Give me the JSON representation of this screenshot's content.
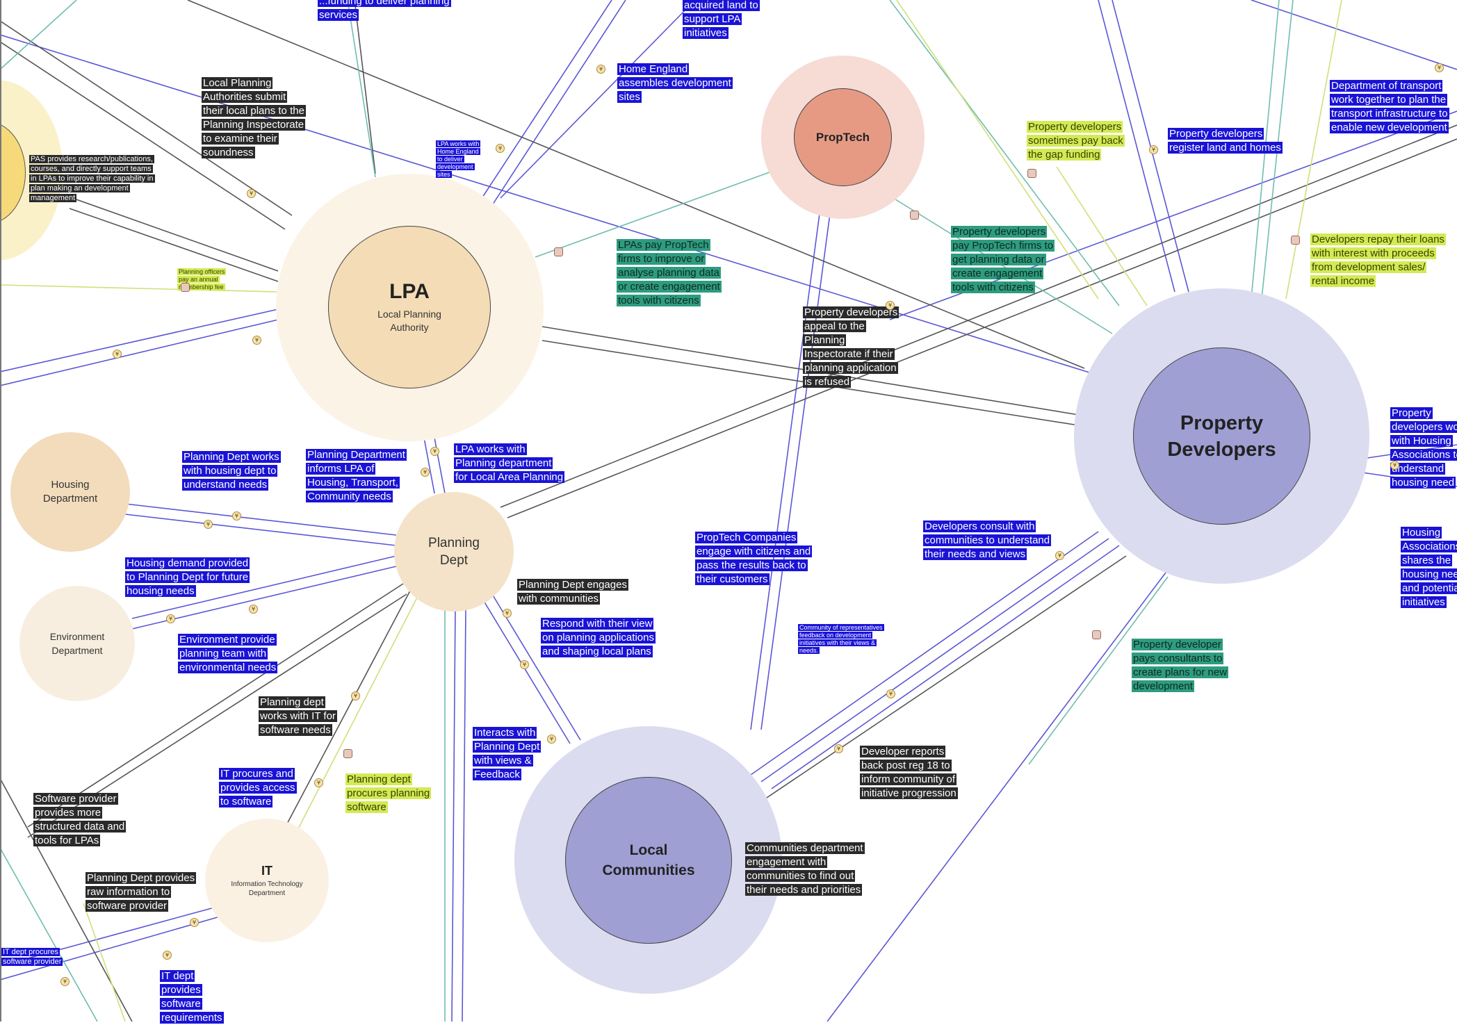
{
  "nodes": {
    "lpa": {
      "title": "LPA",
      "subtitle": "Local Planning Authority"
    },
    "proptech": {
      "title": "PropTech"
    },
    "property_developers": {
      "title": "Property Developers"
    },
    "planning_dept": {
      "title": "Planning Dept"
    },
    "housing_dept": {
      "title": "Housing Department"
    },
    "environment_dept": {
      "title": "Environment Department"
    },
    "it": {
      "title": "IT",
      "subtitle": "Information Technology Department"
    },
    "local_communities": {
      "title": "Local Communities"
    }
  },
  "labels": {
    "funding_services": "...funding to deliver planning services",
    "acquired_land": "acquired land to support LPA initiatives",
    "home_england": "Home England assembles development sites",
    "lpa_submit": "Local Planning Authorities submit their local plans to the Planning Inspectorate to examine their soundness",
    "pas_research": "PAS provides research/publications, courses, and directly support teams in LPAs to improve their capability in plan making an development management",
    "tiny_blue": "LPA works with Home England to deliver development sites",
    "tiny_lime": "Planning officers pay an annual membership fee",
    "lpas_pay_proptech": "LPAs pay PropTech firms to improve or analyse planning data or create engagement tools with citizens",
    "dev_pay_proptech": "Property developers pay PropTech firms to get planning data or create engagement tools with citizens",
    "dev_pay_back": "Property developers sometimes pay back the gap funding",
    "dev_register": "Property developers register land and homes",
    "dept_transport": "Department of transport work together to plan the transport infrastructure to enable new development",
    "dev_repay": "Developers repay their loans with interest with proceeds from development sales/ rental income",
    "dev_appeal": "Property developers appeal to the Planning Inspectorate if their planning application is refused",
    "pd_housing_assoc": "Property developers work with Housing Associations to understand housing need",
    "housing_assoc": "Housing Associations shares the housing need and potential initiatives",
    "pd_housing": "Planning Dept works with housing dept to understand needs",
    "pd_informs": "Planning Department informs LPA of Housing, Transport, Community needs",
    "lpa_works": "LPA works with Planning department for Local Area Planning",
    "housing_demand": "Housing demand provided to Planning Dept for future housing needs",
    "env_provide": "Environment provide planning team with environmental needs",
    "pd_engages": "Planning Dept engages with communities",
    "respond": "Respond with their view on planning applications and shaping local plans",
    "proptech_engage": "PropTech Companies engage with citizens and pass the results back to their customers",
    "dev_consult": "Developers consult with communities to understand their needs and views",
    "community_reps": "Community of representatives feedback on development initiatives with their views & needs.",
    "dev_pays_consultants": "Property developer pays consultants to create plans for new development",
    "pd_it": "Planning dept works with IT for software needs",
    "interacts": "Interacts with Planning Dept with views & Feedback",
    "it_procures": "IT procures and provides access to software",
    "pd_procures": "Planning dept procures planning software",
    "dev_reports": "Developer reports back post reg 18 to inform community of initiative progression",
    "communities_dept": "Communities department engagement with communities to find out their needs and priorities",
    "software_provider": "Software provider provides more structured data and tools for LPAs",
    "pd_raw": "Planning Dept provides raw information to software provider",
    "it_dept_procures": "IT dept procures software provider",
    "it_dept_provides": "IT dept provides software requirements"
  },
  "colors": {
    "edge_blue": "#5b57d6",
    "edge_gray": "#555555",
    "edge_teal": "#6fbdb0",
    "edge_lime": "#cfe07a",
    "lpa_outer": "#fbf3e6",
    "lpa_inner": "#f4dcb6",
    "proptech_outer": "#f6dcd5",
    "proptech_inner": "#e69a84",
    "dev_outer": "#dcdcf0",
    "dev_inner": "#9f9fd4",
    "label_blue": "#1a13d6",
    "label_dark": "#2a2a2a",
    "label_green": "#2e9c7f",
    "label_lime": "#d3ea55"
  }
}
